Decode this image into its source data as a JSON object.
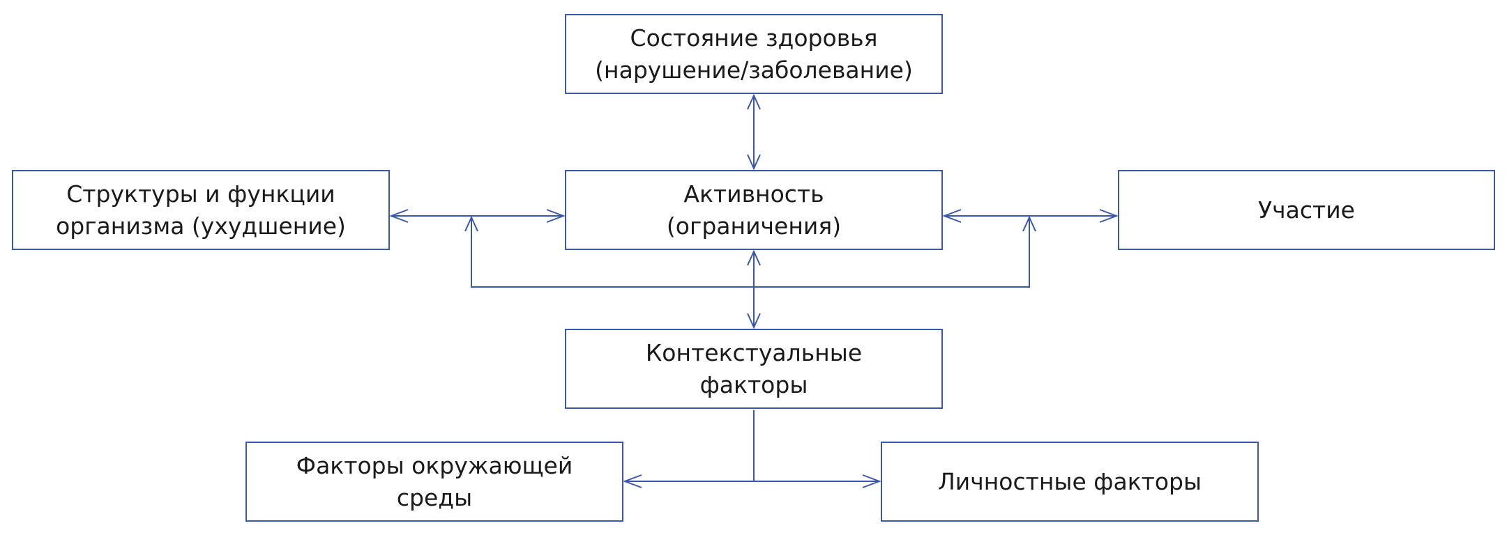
{
  "nodes": {
    "health": {
      "line1": "Состояние здоровья",
      "line2": "(нарушение/заболевание)"
    },
    "structure": {
      "line1": "Структуры и функции",
      "line2": "организма (ухудшение)"
    },
    "activity": {
      "line1": "Активность",
      "line2": "(ограничения)"
    },
    "participation": {
      "line1": "Участие"
    },
    "context": {
      "line1": "Контекстуальные",
      "line2": "факторы"
    },
    "environment": {
      "line1": "Факторы окружающей",
      "line2": "среды"
    },
    "personal": {
      "line1": "Личностные факторы"
    }
  },
  "colors": {
    "line": "#3a57a8",
    "text": "#1a1a1a"
  }
}
